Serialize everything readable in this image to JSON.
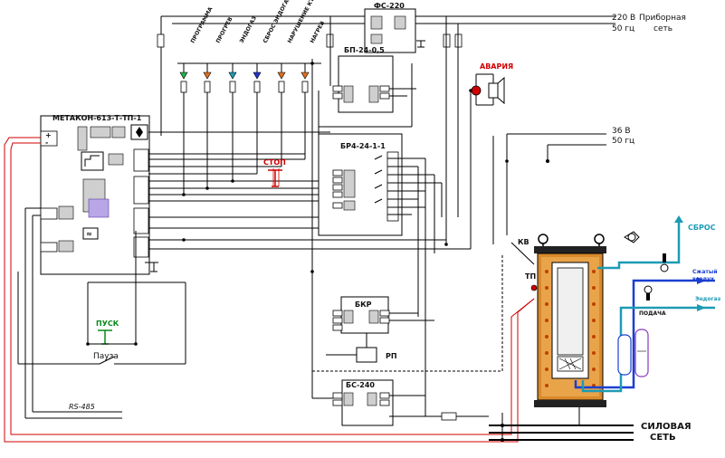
{
  "blocks": {
    "fs": "ФС-220",
    "bp": "БП-24-0,5",
    "br": "БР4-24-1-1",
    "bkr": "БКР",
    "bs": "БС-240",
    "metakon": "МЕТАКОН-613-Т-ТП-1",
    "rp": "РП"
  },
  "indicators": [
    "ПРОГРАММА",
    "ПРОГРЕВ",
    "ЭНДОГАЗ",
    "СБРОС ЭНДОГАЗА",
    "НАРУШЕНИЕ КТО",
    "НАГРЕВ"
  ],
  "indicator_colors": [
    "#22b14c",
    "#e07020",
    "#1d9bb5",
    "#2233cc",
    "#e07020",
    "#e07020"
  ],
  "labels": {
    "supply_220": "220 В",
    "supply_220_hz": "50 гц",
    "instrument_net_1": "Приборная",
    "instrument_net_2": "сеть",
    "supply_36": "36 В",
    "supply_36_hz": "50 гц",
    "alarm": "АВАРИЯ",
    "stop": "СТОП",
    "start": "ПУСК",
    "pause": "Пауза",
    "rs485": "RS-485",
    "kv": "КВ",
    "tp": "ТП",
    "reset": "СБРОС",
    "compressed_air_1": "Сжатый",
    "compressed_air_2": "воздух",
    "endogas": "Эндогаз",
    "feed": "ПОДАЧА",
    "power_net_1": "СИЛОВАЯ",
    "power_net_2": "СЕТЬ"
  },
  "colors": {
    "wire": "#000000",
    "thermocouple": "#d00000",
    "air_line": "#1a3fd0",
    "endogas_line": "#1d9bb5",
    "furnace": "#d98a2b",
    "alarm": "#d00000",
    "start": "#0a8a1a"
  }
}
